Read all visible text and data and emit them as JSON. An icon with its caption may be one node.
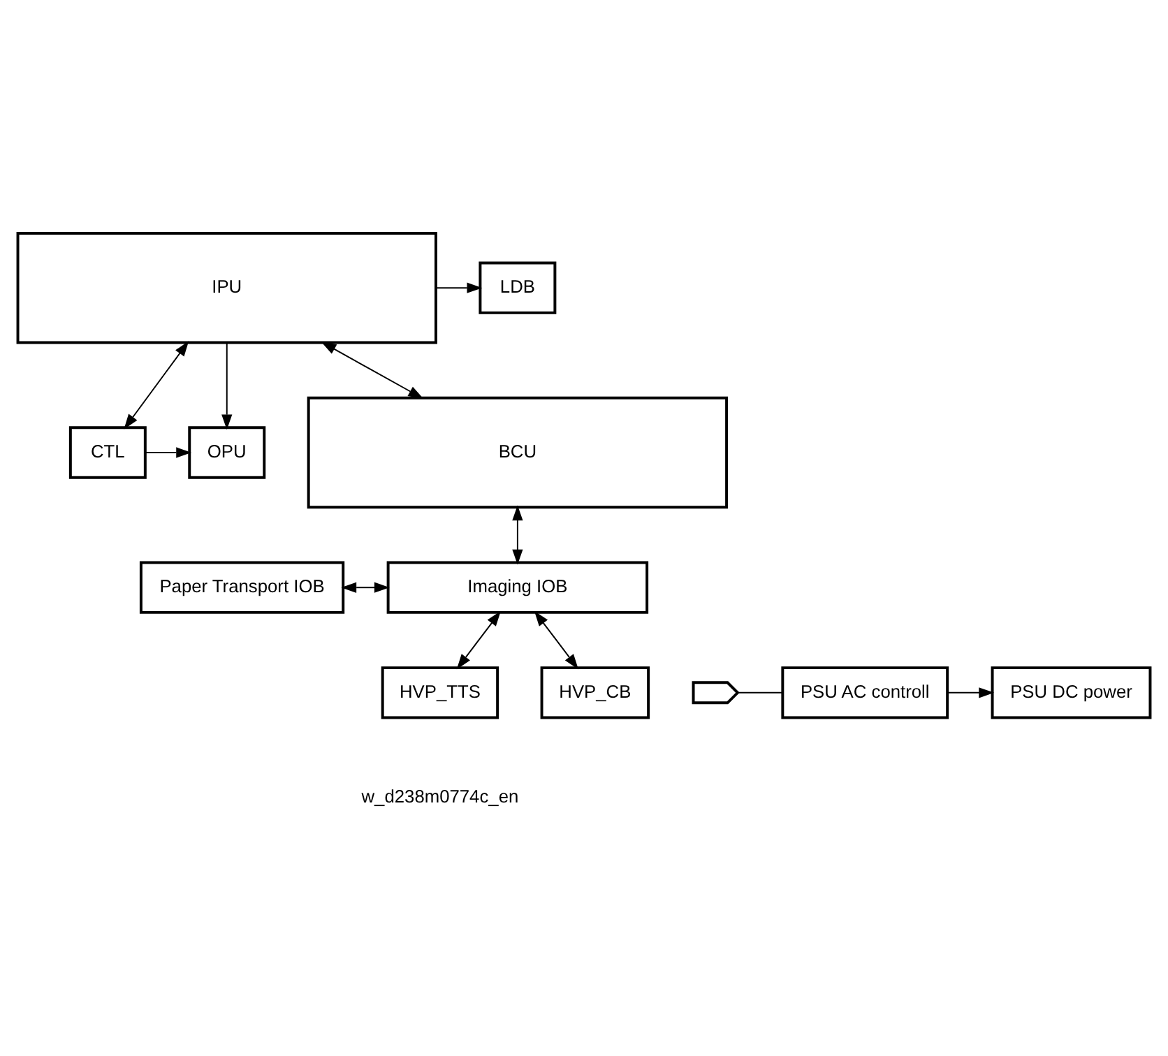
{
  "diagram": {
    "nodes": [
      {
        "text": [
          "OPU"
        ]
      },
      {
        "text": [
          "CTL"
        ]
      },
      {
        "text": [
          "IPU"
        ]
      },
      {
        "text": [
          "LDB"
        ]
      },
      {
        "text": [
          "BCU"
        ]
      },
      {
        "text": [
          "Paper Transport IOB"
        ]
      },
      {
        "text": [
          "Imaging IOB"
        ]
      },
      {
        "text": [
          "PSU DC power"
        ]
      },
      {
        "text": [
          "PSU AC controll"
        ]
      },
      {
        "text": [],
        "shape": "picture"
      },
      {
        "text": [
          "HVP_TTS"
        ]
      },
      {
        "text": [
          "HVP_CB"
        ]
      }
    ],
    "edges": [
      {
        "from": 1,
        "to": 0,
        "arrow": "to"
      },
      {
        "from": 2,
        "to": 0,
        "arrow": "to"
      },
      {
        "from": 2,
        "to": 1,
        "arrow": "both"
      },
      {
        "from": 2,
        "to": 3,
        "arrow": "to"
      },
      {
        "from": 2,
        "to": 4,
        "arrow": "both"
      },
      {
        "from": 4,
        "to": 6,
        "arrow": "both"
      },
      {
        "from": 5,
        "to": 6,
        "arrow": "both"
      },
      {
        "from": 6,
        "to": 10,
        "arrow": "both"
      },
      {
        "from": 6,
        "to": 11,
        "arrow": "both"
      },
      {
        "from": 8,
        "to": 7,
        "arrow": "to"
      },
      {
        "from": 9,
        "to": 8,
        "arrow": "none"
      }
    ],
    "labels": [
      "w_d238m0774c_en"
    ]
  }
}
